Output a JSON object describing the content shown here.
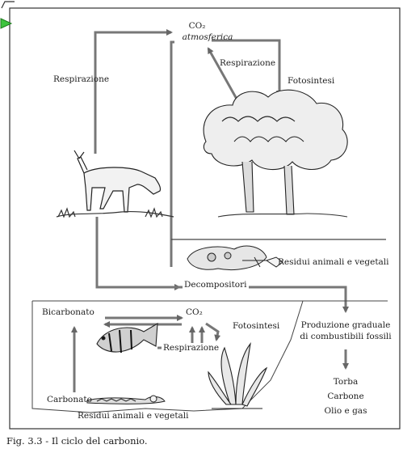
{
  "labels": {
    "co2_top": "CO₂",
    "atmosferica": "atmosferica",
    "respirazione_left": "Respirazione",
    "respirazione_tree": "Respirazione",
    "fotosintesi_tree": "Fotosintesi",
    "residui_top": "Residui animali e vegetali",
    "decompositori": "Decompositori",
    "bicarbonato": "Bicarbonato",
    "co2_water": "CO₂",
    "fotosintesi_water": "Fotosintesi",
    "respirazione_water": "Respirazione",
    "produzione": "Produzione graduale",
    "combustibili": "di combustibili fossili",
    "torba": "Torba",
    "carbone": "Carbone",
    "olio": "Olio e gas",
    "carbonato": "Carbonato",
    "residui_bottom": "Residui animali e vegetali"
  },
  "caption": "Fig. 3.3 - Il ciclo del carbonio.",
  "colors": {
    "pointer": "#3ec43e",
    "ink": "#1f1f1f",
    "border": "#333333"
  }
}
